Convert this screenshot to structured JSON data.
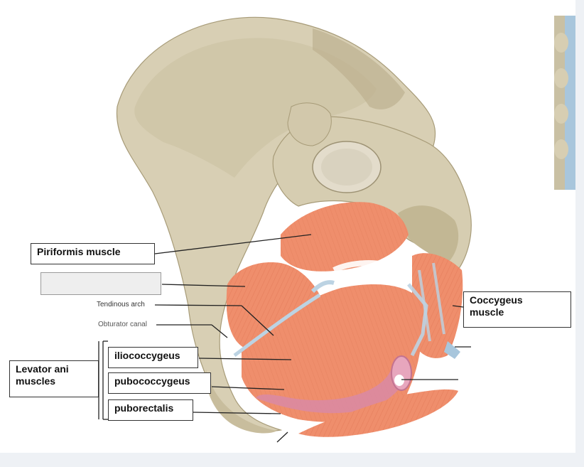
{
  "labels": {
    "piriformis": "Piriformis muscle",
    "blank": "",
    "tendinous_arch": "Tendinous arch",
    "obturator_canal": "Obturator canal",
    "coccygeus_line1": "Coccygeus",
    "coccygeus_line2": "muscle",
    "iliococcygeus": "iliococcygeus",
    "pubococcygeus": "pubococcygeus",
    "puborectalis": "puborectalis",
    "levator_line1": "Levator ani",
    "levator_line2": "muscles"
  },
  "colors": {
    "bone": "#d8cfb4",
    "bone_shadow": "#b9ae8c",
    "muscle": "#ef8e6c",
    "muscle_dark": "#d9694a",
    "puborectalis": "#d98aa5",
    "fascia": "#bcd3e3"
  }
}
